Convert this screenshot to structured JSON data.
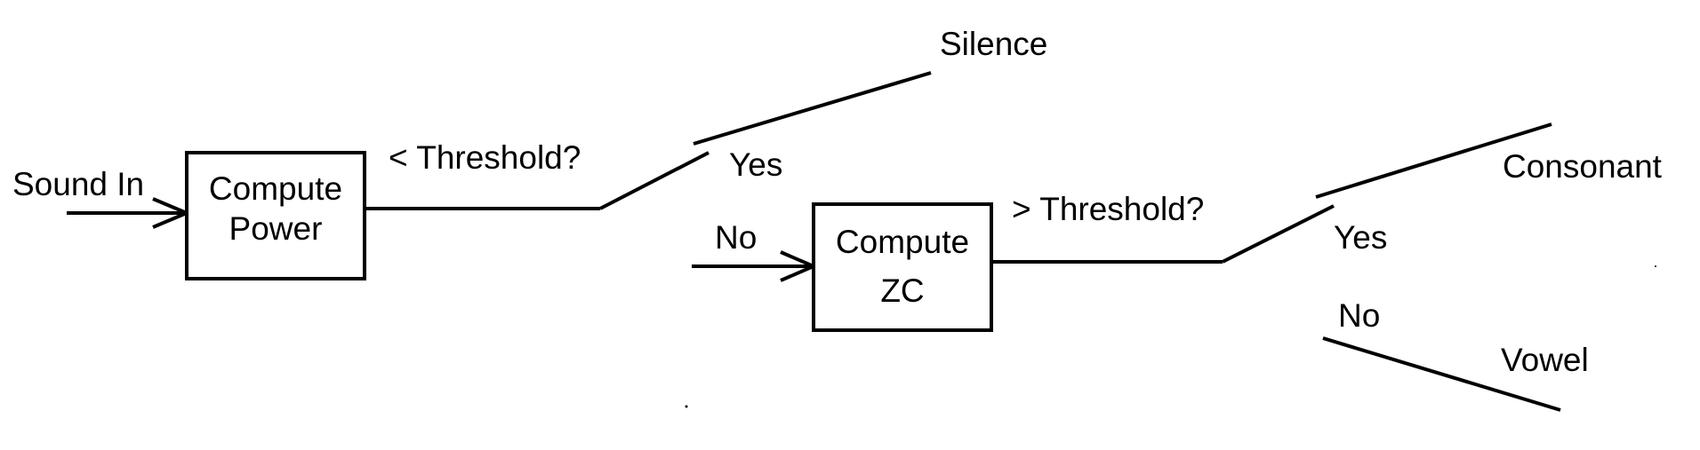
{
  "input_label": "Sound In",
  "power_block": {
    "line1": "Compute",
    "line2": "Power"
  },
  "zc_block": {
    "line1": "Compute",
    "line2": "ZC"
  },
  "power_test": "< Threshold?",
  "zc_test": "> Threshold?",
  "power_yes": "Yes",
  "power_no": "No",
  "zc_yes": "Yes",
  "zc_no": "No",
  "silence_label": "Silence",
  "consonant_label": "Consonant",
  "vowel_label": "Vowel"
}
